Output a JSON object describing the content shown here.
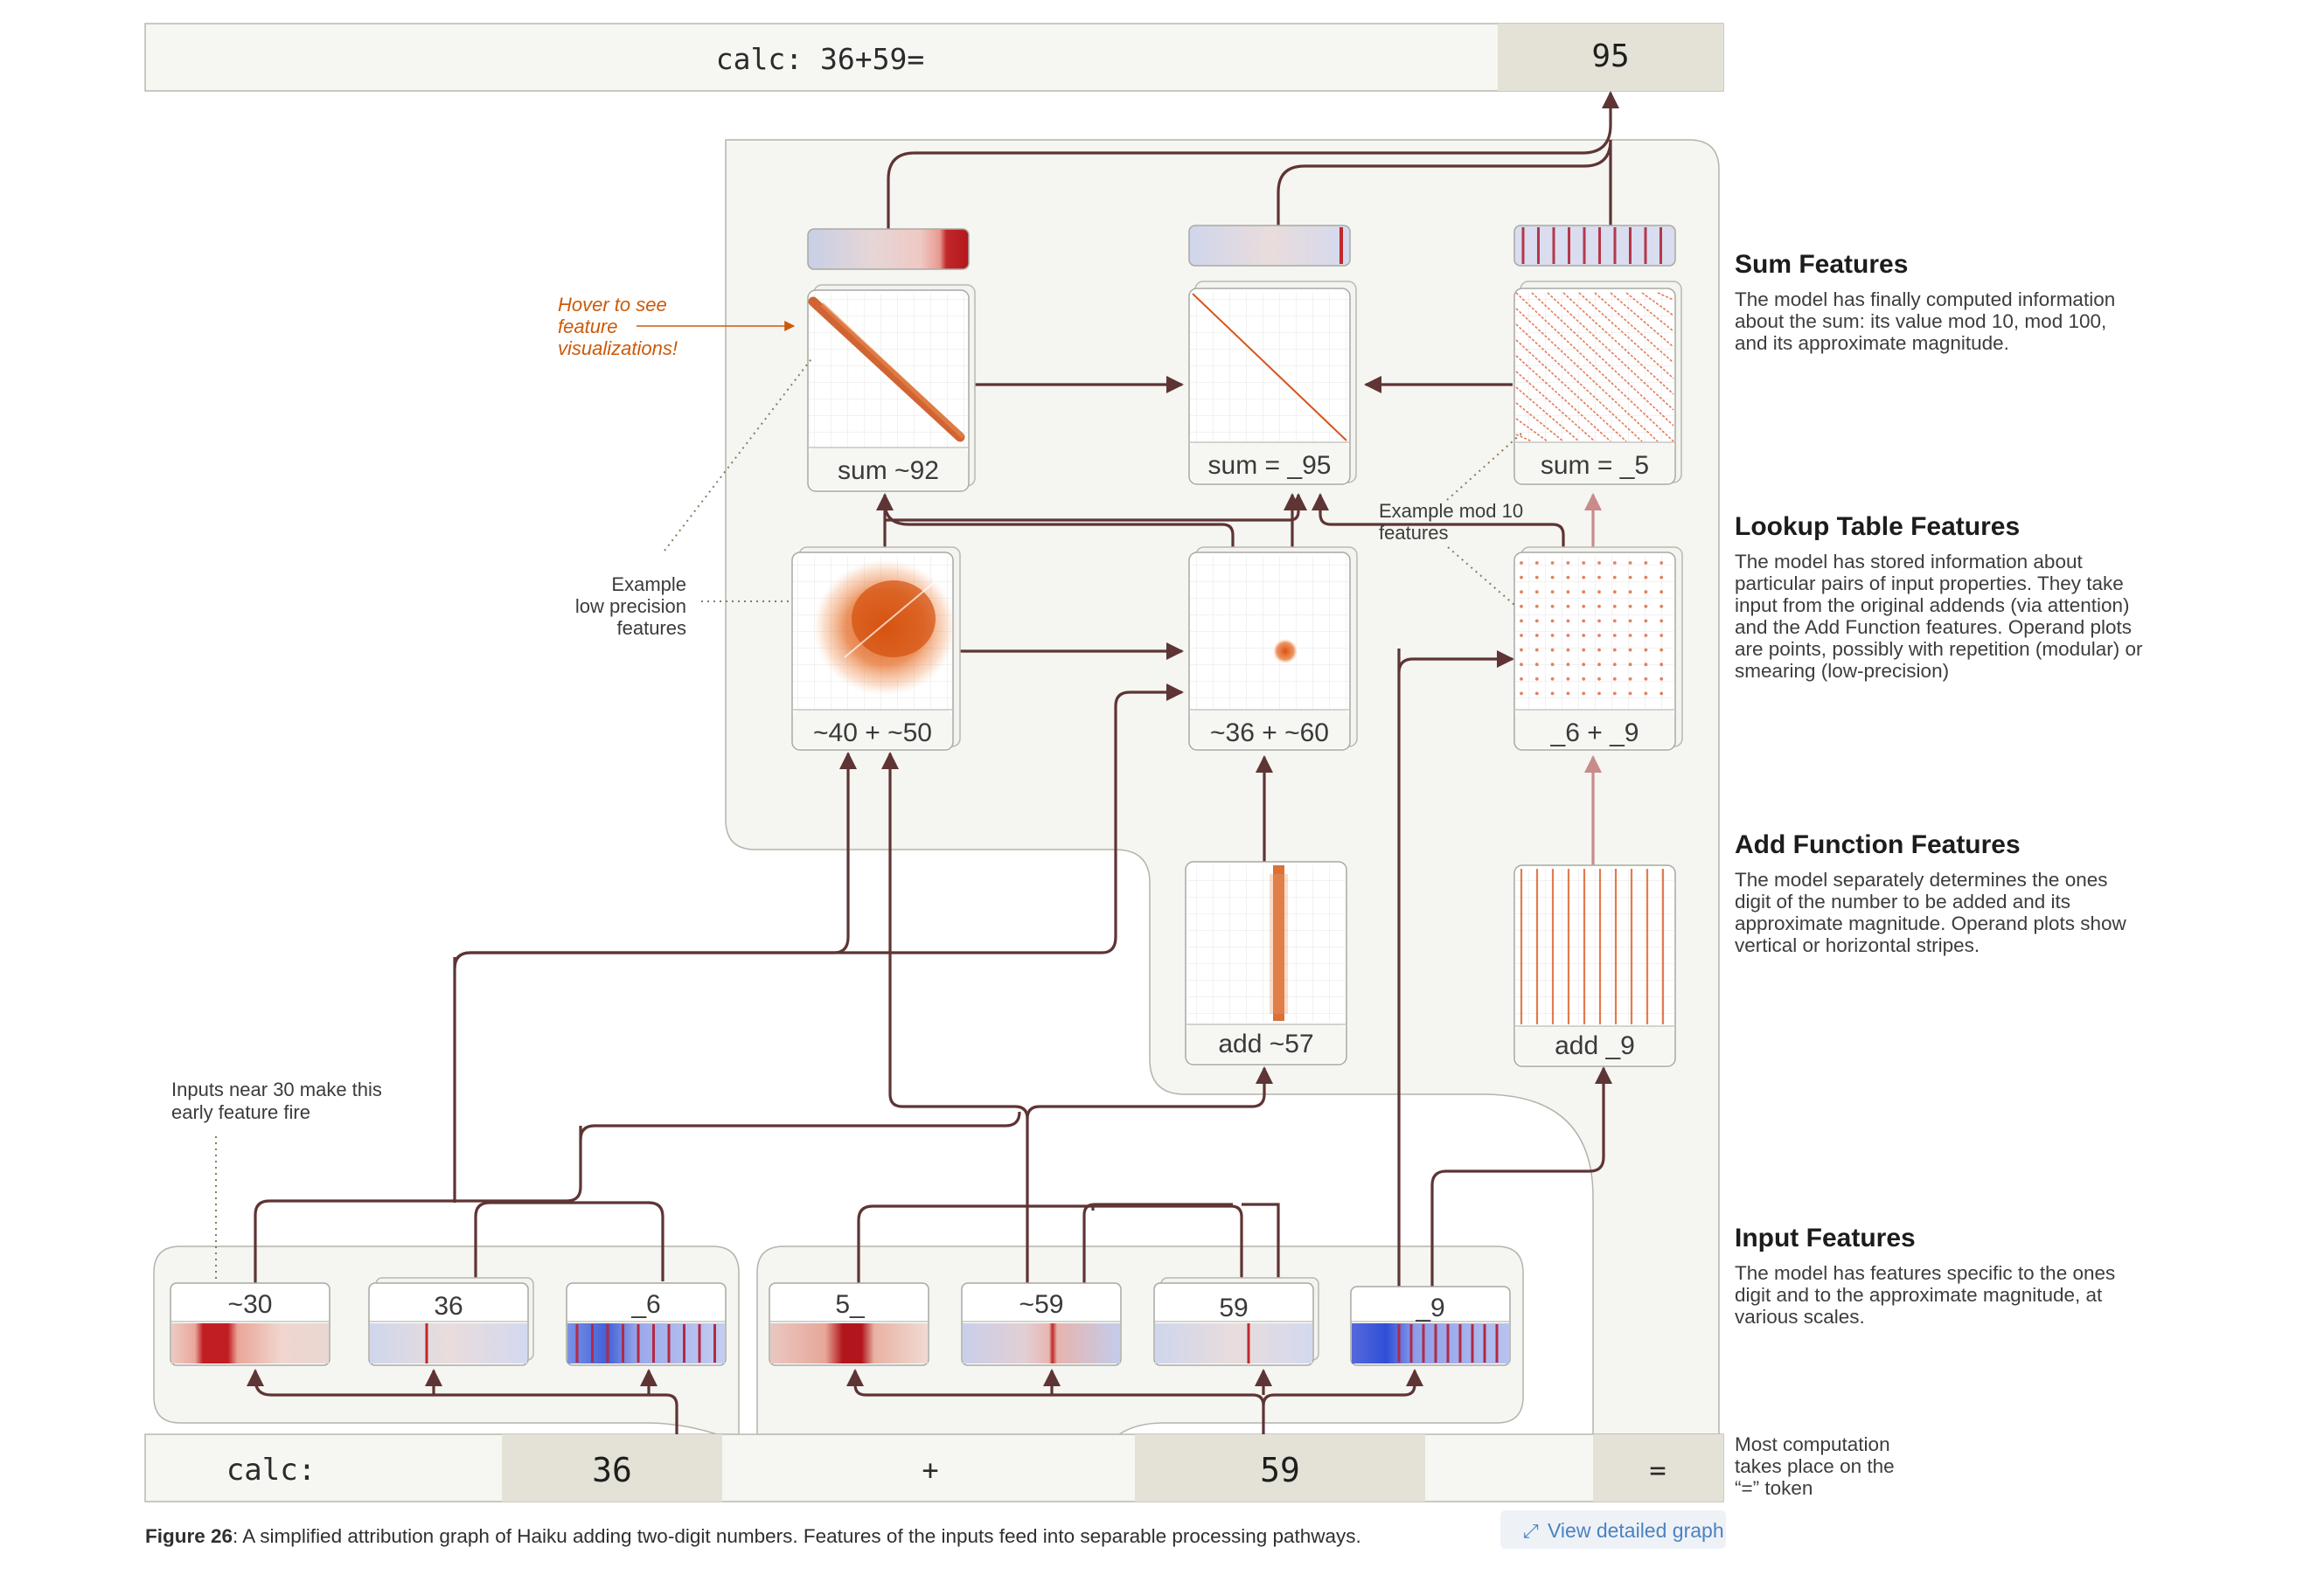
{
  "output_bar": {
    "prompt": "calc: 36+59=",
    "answer": "95"
  },
  "tokens": {
    "t0": "calc:",
    "t1": "36",
    "t2": "+",
    "t3": "59",
    "t4": "="
  },
  "features": {
    "sum_approx": "sum ~92",
    "sum_exact": "sum = _95",
    "sum_mod10": "sum = _5",
    "lookup_low": "~40 + ~50",
    "lookup_mid": "~36 + ~60",
    "lookup_mod": "_6 + _9",
    "add_approx": "add ~57",
    "add_mod": "add _9"
  },
  "inputs": {
    "a_approx": "~30",
    "a_exact": "36",
    "a_ones": "_6",
    "b_tens": "5_",
    "b_approx": "~59",
    "b_exact": "59",
    "b_ones": "_9"
  },
  "annotations": {
    "hover": [
      "Hover to see",
      "feature",
      "visualizations!"
    ],
    "low_precision": [
      "Example",
      "low precision",
      "features"
    ],
    "mod10": [
      "Example mod 10",
      "features"
    ],
    "inputs_near": [
      "Inputs near 30 make this",
      "early feature fire"
    ]
  },
  "sections": [
    {
      "title": "Sum Features",
      "lines": [
        "The model has finally computed information",
        "about the sum: its value mod 10, mod 100,",
        "and its approximate magnitude."
      ]
    },
    {
      "title": "Lookup Table Features",
      "lines": [
        "The model has stored information about",
        "particular pairs of input properties. They take",
        "input from the original addends (via attention)",
        "and the Add Function features. Operand plots",
        "are points, possibly with repetition (modular) or",
        "smearing (low-precision)"
      ]
    },
    {
      "title": "Add Function Features",
      "lines": [
        "The model separately determines the ones",
        "digit of the number to be added and its",
        "approximate magnitude. Operand plots show",
        "vertical or horizontal stripes."
      ]
    },
    {
      "title": "Input Features",
      "lines": [
        "The model has features specific to the ones",
        "digit and to the approximate magnitude, at",
        "various scales."
      ]
    }
  ],
  "side_note": [
    "Most computation",
    "takes place on the",
    "“=” token"
  ],
  "caption": {
    "label": "Figure 26",
    "text": ": A simplified attribution graph of Haiku adding two-digit numbers. Features of the inputs feed into separable processing pathways."
  },
  "link": {
    "icon": "expand-arrows-icon",
    "text": "View detailed graph",
    "icon_glyph": "⤢"
  },
  "colors": {
    "edge": "#5e3434",
    "edge_light": "#c98a8a",
    "orange": "#cc5a0a",
    "red": "#c0282a",
    "blue": "#3a5fd8",
    "link": "#4b82c3"
  }
}
